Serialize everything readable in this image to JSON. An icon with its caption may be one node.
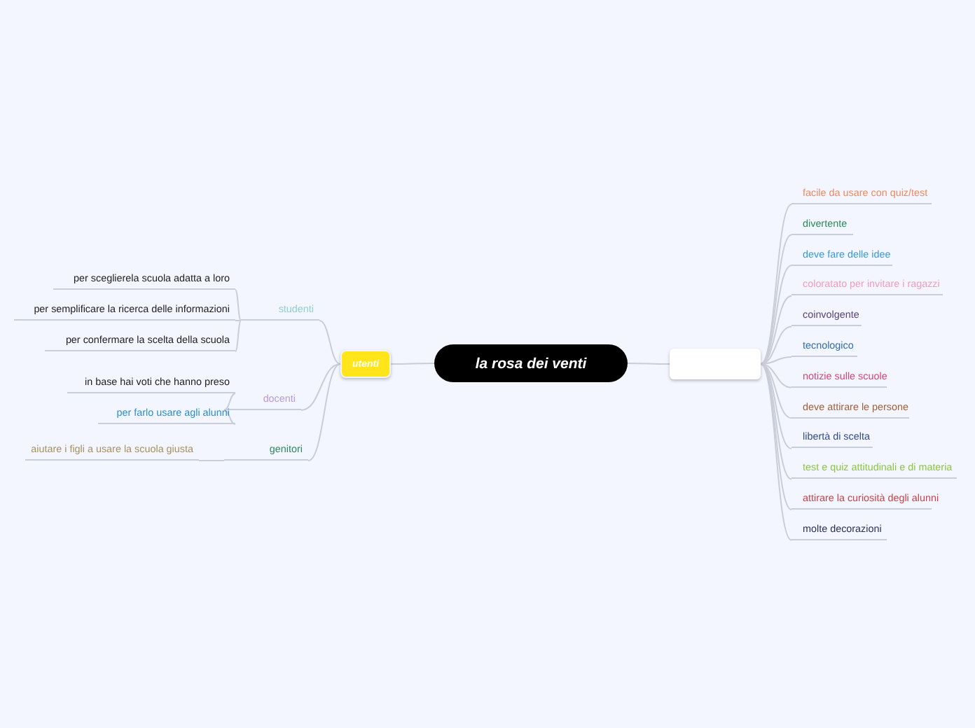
{
  "diagram": {
    "nodes": [
      {
        "text": [
          "la rosa dei venti"
        ]
      },
      {
        "text": [
          "utenti"
        ]
      },
      {
        "text": [],
        "shape": "box"
      },
      {
        "text": [
          "studenti"
        ]
      },
      {
        "text": [
          "per sceglierela scuola adatta a loro"
        ]
      },
      {
        "text": [
          "per semplificare la ricerca delle informazioni"
        ]
      },
      {
        "text": [
          "per confermare la scelta della scuola"
        ]
      },
      {
        "text": [
          "docenti"
        ]
      },
      {
        "text": [
          "in base hai voti che hanno preso"
        ]
      },
      {
        "text": [
          "per farlo usare agli alunni"
        ]
      },
      {
        "text": [
          "genitori"
        ]
      },
      {
        "text": [
          "aiutare i figli a usare la scuola giusta"
        ]
      },
      {
        "text": [
          "facile da usare con quiz/test"
        ]
      },
      {
        "text": [
          "divertente"
        ]
      },
      {
        "text": [
          "deve fare delle idee"
        ]
      },
      {
        "text": [
          "coloratato per invitare i ragazzi"
        ]
      },
      {
        "text": [
          "coinvolgente"
        ]
      },
      {
        "text": [
          "tecnologico"
        ]
      },
      {
        "text": [
          "notizie sulle scuole"
        ]
      },
      {
        "text": [
          "deve attirare le persone"
        ]
      },
      {
        "text": [
          "libertà di scelta"
        ]
      },
      {
        "text": [
          "test e quiz attitudinali e di materia"
        ]
      },
      {
        "text": [
          "attirare la curiosità degli alunni"
        ]
      },
      {
        "text": [
          "molte decorazioni"
        ]
      }
    ],
    "edges": [
      {
        "from": 0,
        "to": 1,
        "arrow": "none"
      },
      {
        "from": 0,
        "to": 2,
        "arrow": "none"
      },
      {
        "from": 1,
        "to": 3,
        "arrow": "none"
      },
      {
        "from": 3,
        "to": 4,
        "arrow": "none"
      },
      {
        "from": 3,
        "to": 5,
        "arrow": "none"
      },
      {
        "from": 3,
        "to": 6,
        "arrow": "none"
      },
      {
        "from": 1,
        "to": 7,
        "arrow": "none"
      },
      {
        "from": 7,
        "to": 8,
        "arrow": "none"
      },
      {
        "from": 7,
        "to": 9,
        "arrow": "none"
      },
      {
        "from": 1,
        "to": 10,
        "arrow": "none"
      },
      {
        "from": 10,
        "to": 11,
        "arrow": "none"
      },
      {
        "from": 2,
        "to": 12,
        "arrow": "none"
      },
      {
        "from": 2,
        "to": 13,
        "arrow": "none"
      },
      {
        "from": 2,
        "to": 14,
        "arrow": "none"
      },
      {
        "from": 2,
        "to": 15,
        "arrow": "none"
      },
      {
        "from": 2,
        "to": 16,
        "arrow": "none"
      },
      {
        "from": 2,
        "to": 17,
        "arrow": "none"
      },
      {
        "from": 2,
        "to": 18,
        "arrow": "none"
      },
      {
        "from": 2,
        "to": 19,
        "arrow": "none"
      },
      {
        "from": 2,
        "to": 20,
        "arrow": "none"
      },
      {
        "from": 2,
        "to": 21,
        "arrow": "none"
      },
      {
        "from": 2,
        "to": 22,
        "arrow": "none"
      },
      {
        "from": 2,
        "to": 23,
        "arrow": "none"
      }
    ]
  }
}
